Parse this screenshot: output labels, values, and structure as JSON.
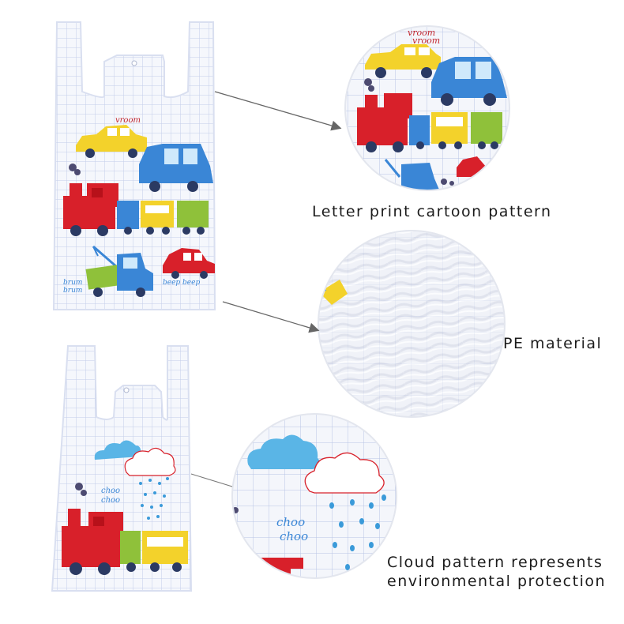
{
  "captions": {
    "cartoon": "Letter print cartoon pattern",
    "material": "PE material",
    "cloud_line1": "Cloud pattern represents",
    "cloud_line2": "environmental protection"
  },
  "bag_texts": {
    "vroom1": "vroom",
    "vroom2": "vroom",
    "beep": "beep beep",
    "brum1": "brum",
    "brum2": "brum",
    "choo1": "choo",
    "choo2": "choo"
  },
  "colors": {
    "grid": "#b9c6e6",
    "bag": "#f5f7fc",
    "train_red": "#d8202a",
    "car_yellow": "#f3d22b",
    "car_blue": "#3a86d6",
    "wagon_green": "#8fc13a",
    "cloud_blue": "#5ab5e6",
    "rain": "#3a9ad9"
  },
  "icons": [
    "bag-icon",
    "train-icon",
    "car-icon",
    "cloud-icon",
    "raindrop-icon",
    "arrow-icon"
  ]
}
